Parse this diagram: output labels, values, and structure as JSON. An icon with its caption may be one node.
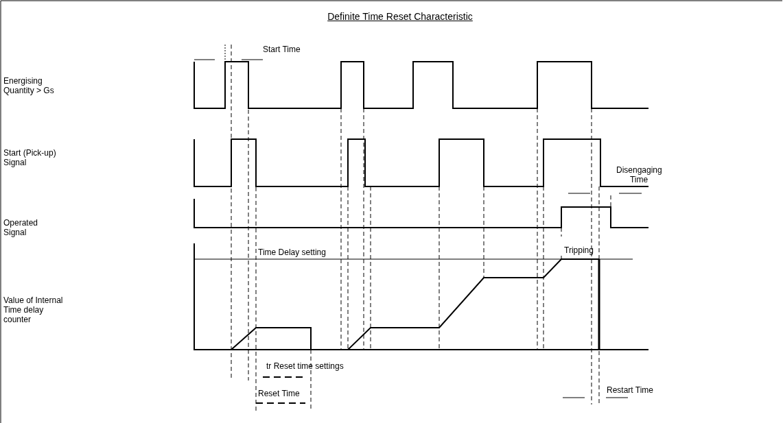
{
  "diagram": {
    "title": "Definite Time Reset Characteristic",
    "labels": [
      "Start Time",
      "Energising Quantity > Gs",
      "Start (Pick-up) Signal",
      "Disengaging Time",
      "Operated Signal",
      "Tripping",
      "Time Delay setting",
      "Value of Internal Time delay counter",
      "tr Reset time settings",
      "Restart Time",
      "Reset Time"
    ]
  }
}
